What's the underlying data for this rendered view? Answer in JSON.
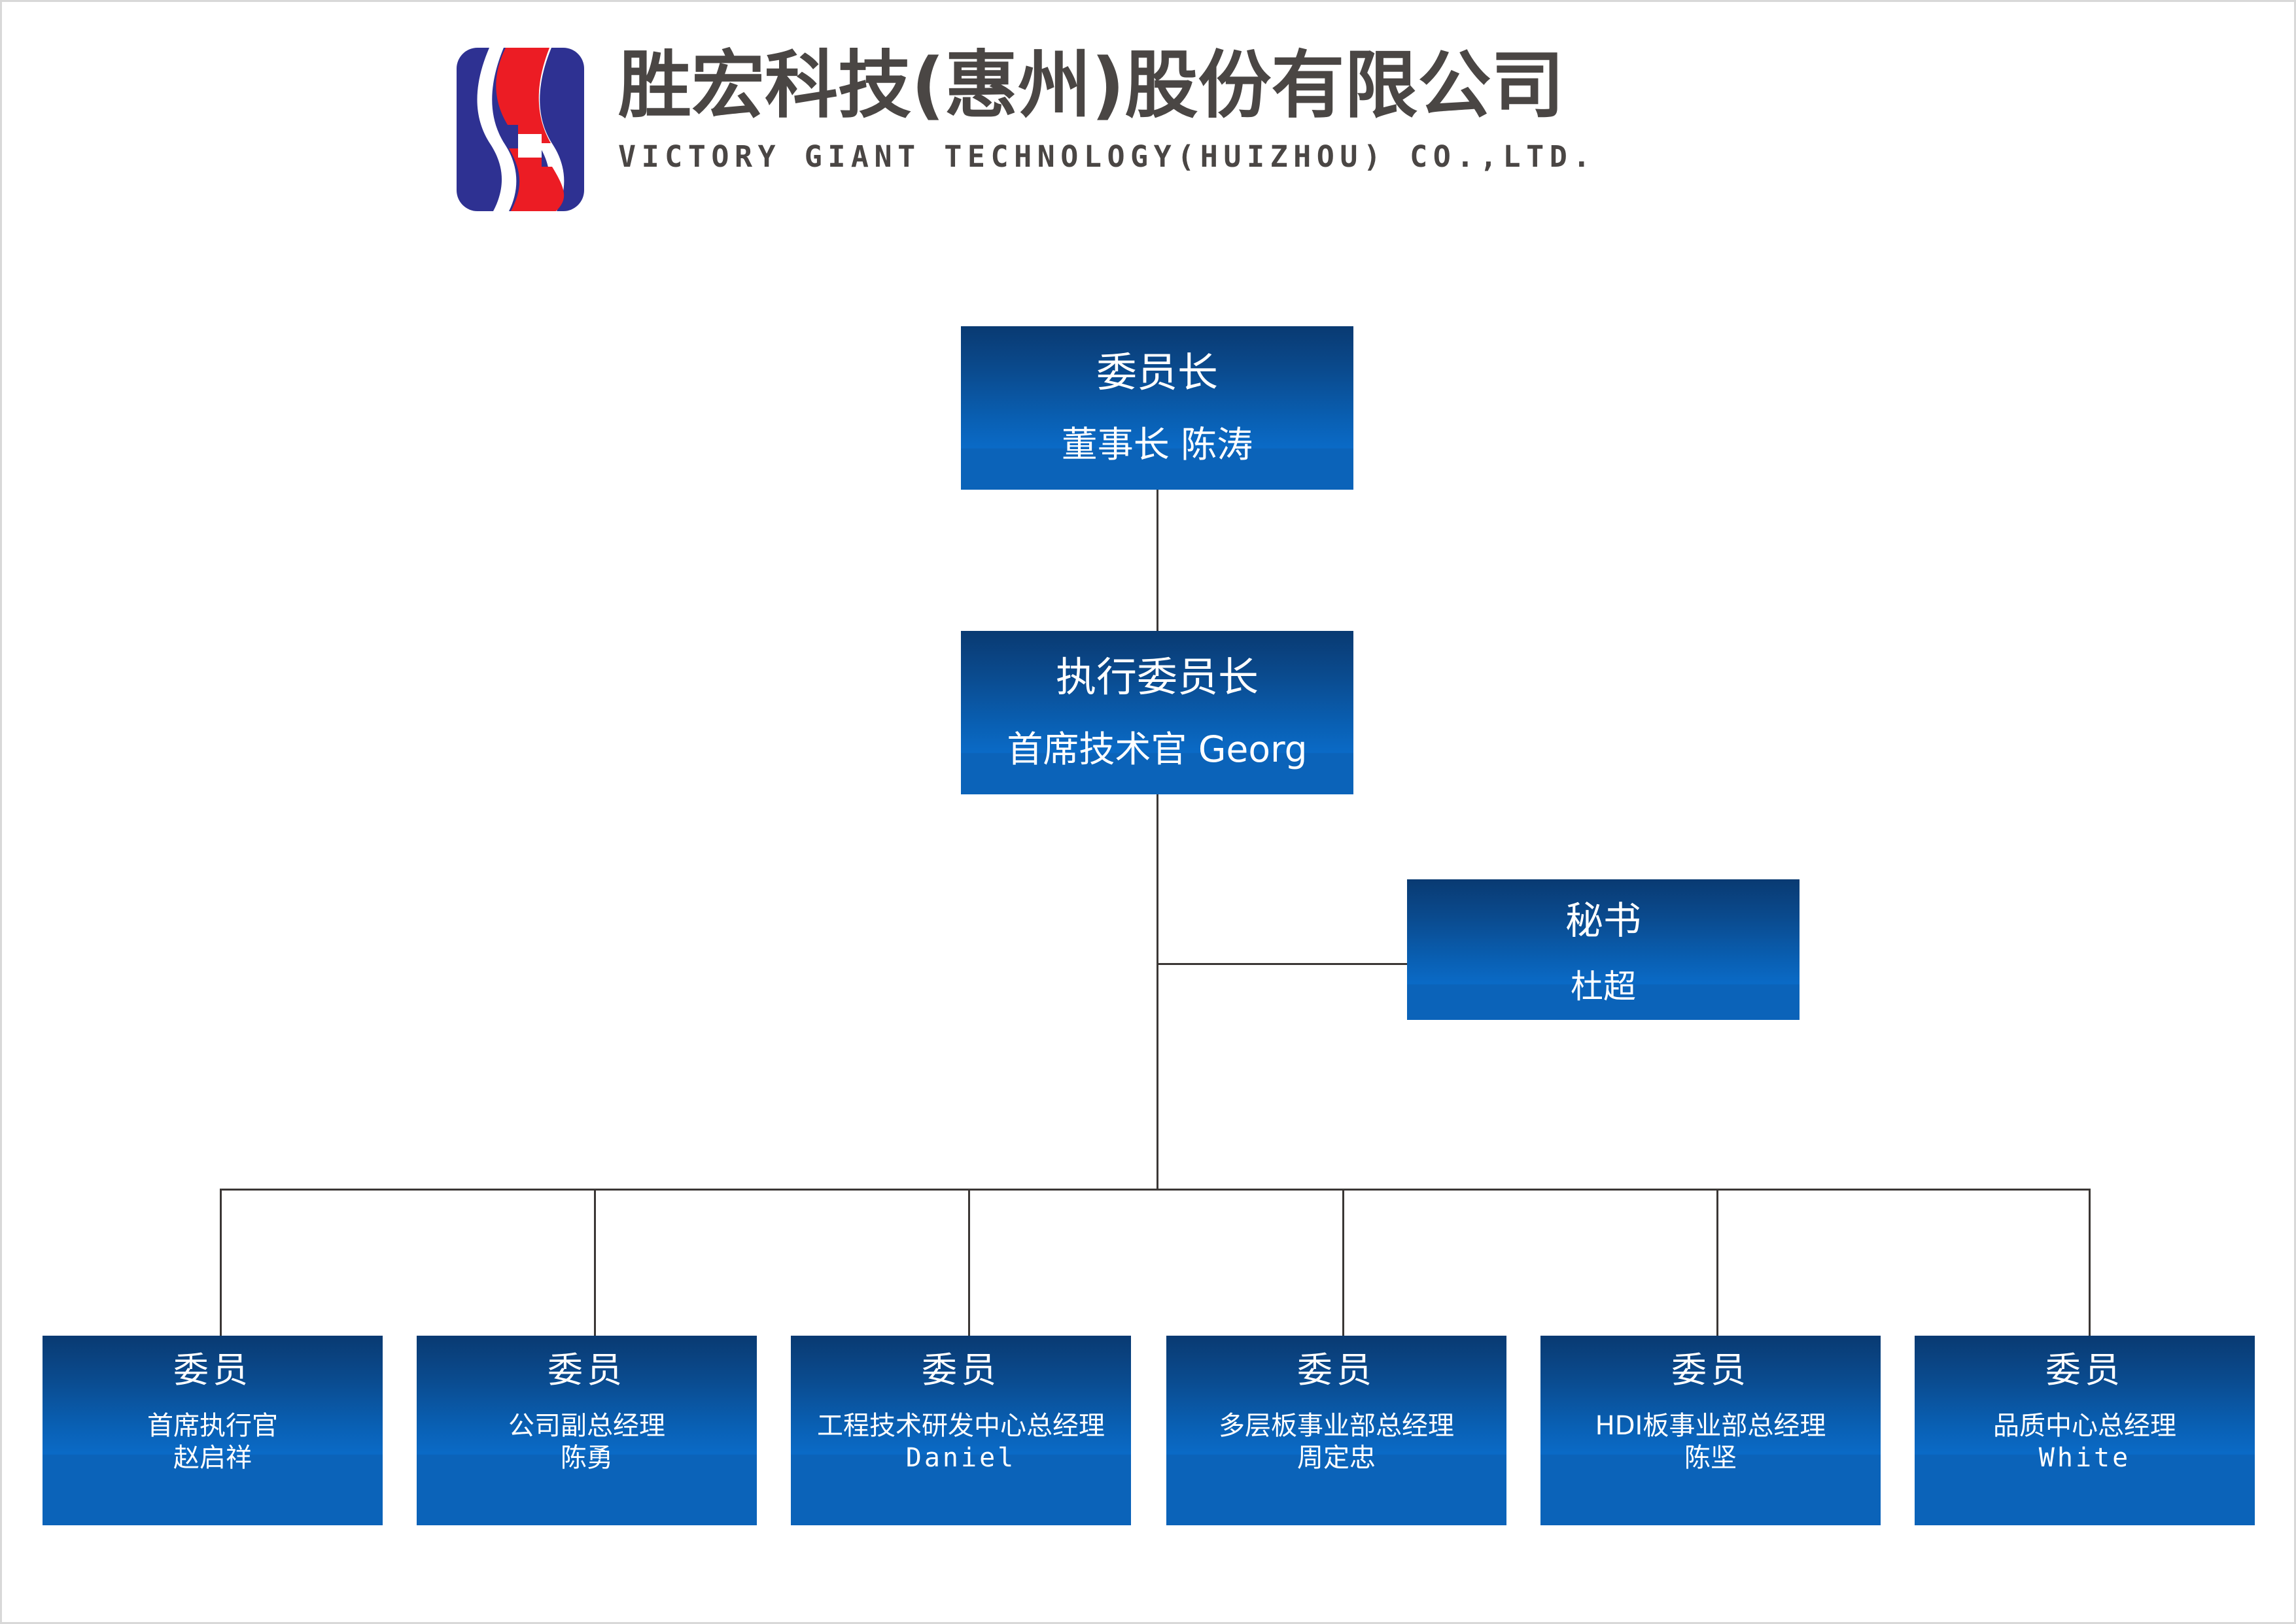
{
  "header": {
    "logo_icon": "victory-giant-s-logo",
    "company_name_cn": "胜宏科技(惠州)股份有限公司",
    "company_name_en": "VICTORY GIANT TECHNOLOGY(HUIZHOU) CO.,LTD."
  },
  "colors": {
    "box_gradient_top": "#093a72",
    "box_gradient_mid": "#0a6ac6",
    "box_body": "#0b63b9",
    "connector_line": "#3b3735",
    "logo_blue": "#2e3192",
    "logo_red": "#ec1c24",
    "header_text": "#4a4644",
    "page_background": "#ffffff"
  },
  "chart_data": {
    "type": "org-chart",
    "title": "胜宏科技(惠州)股份有限公司 组织架构",
    "nodes": [
      {
        "id": "chairman",
        "title": "委员长",
        "subtitle": "董事长 陈涛",
        "role": "董事长",
        "person": "陈涛",
        "level": 0
      },
      {
        "id": "executive",
        "title": "执行委员长",
        "subtitle": "首席技术官 Georg",
        "role": "首席技术官",
        "person": "Georg",
        "level": 1
      },
      {
        "id": "secretary",
        "title": "秘书",
        "subtitle": "杜超",
        "role": "秘书",
        "person": "杜超",
        "level": 2
      },
      {
        "id": "member-1",
        "title": "委员",
        "role": "首席执行官",
        "person": "赵启祥",
        "level": 3
      },
      {
        "id": "member-2",
        "title": "委员",
        "role": "公司副总经理",
        "person": "陈勇",
        "level": 3
      },
      {
        "id": "member-3",
        "title": "委员",
        "role": "工程技术研发中心总经理",
        "person": "Daniel",
        "level": 3
      },
      {
        "id": "member-4",
        "title": "委员",
        "role": "多层板事业部总经理",
        "person": "周定忠",
        "level": 3
      },
      {
        "id": "member-5",
        "title": "委员",
        "role": "HDI板事业部总经理",
        "person": "陈坚",
        "level": 3
      },
      {
        "id": "member-6",
        "title": "委员",
        "role": "品质中心总经理",
        "person": "White",
        "level": 3
      }
    ],
    "edges": [
      {
        "from": "chairman",
        "to": "executive"
      },
      {
        "from": "executive",
        "to": "secretary"
      },
      {
        "from": "executive",
        "to": "member-1"
      },
      {
        "from": "executive",
        "to": "member-2"
      },
      {
        "from": "executive",
        "to": "member-3"
      },
      {
        "from": "executive",
        "to": "member-4"
      },
      {
        "from": "executive",
        "to": "member-5"
      },
      {
        "from": "executive",
        "to": "member-6"
      }
    ]
  },
  "members": [
    {
      "title": "委员",
      "role": "首席执行官",
      "person": "赵启祥"
    },
    {
      "title": "委员",
      "role": "公司副总经理",
      "person": "陈勇"
    },
    {
      "title": "委员",
      "role": "工程技术研发中心总经理",
      "person": "Daniel"
    },
    {
      "title": "委员",
      "role": "多层板事业部总经理",
      "person": "周定忠"
    },
    {
      "title": "委员",
      "role": "HDI板事业部总经理",
      "person": "陈坚"
    },
    {
      "title": "委员",
      "role": "品质中心总经理",
      "person": "White"
    }
  ]
}
